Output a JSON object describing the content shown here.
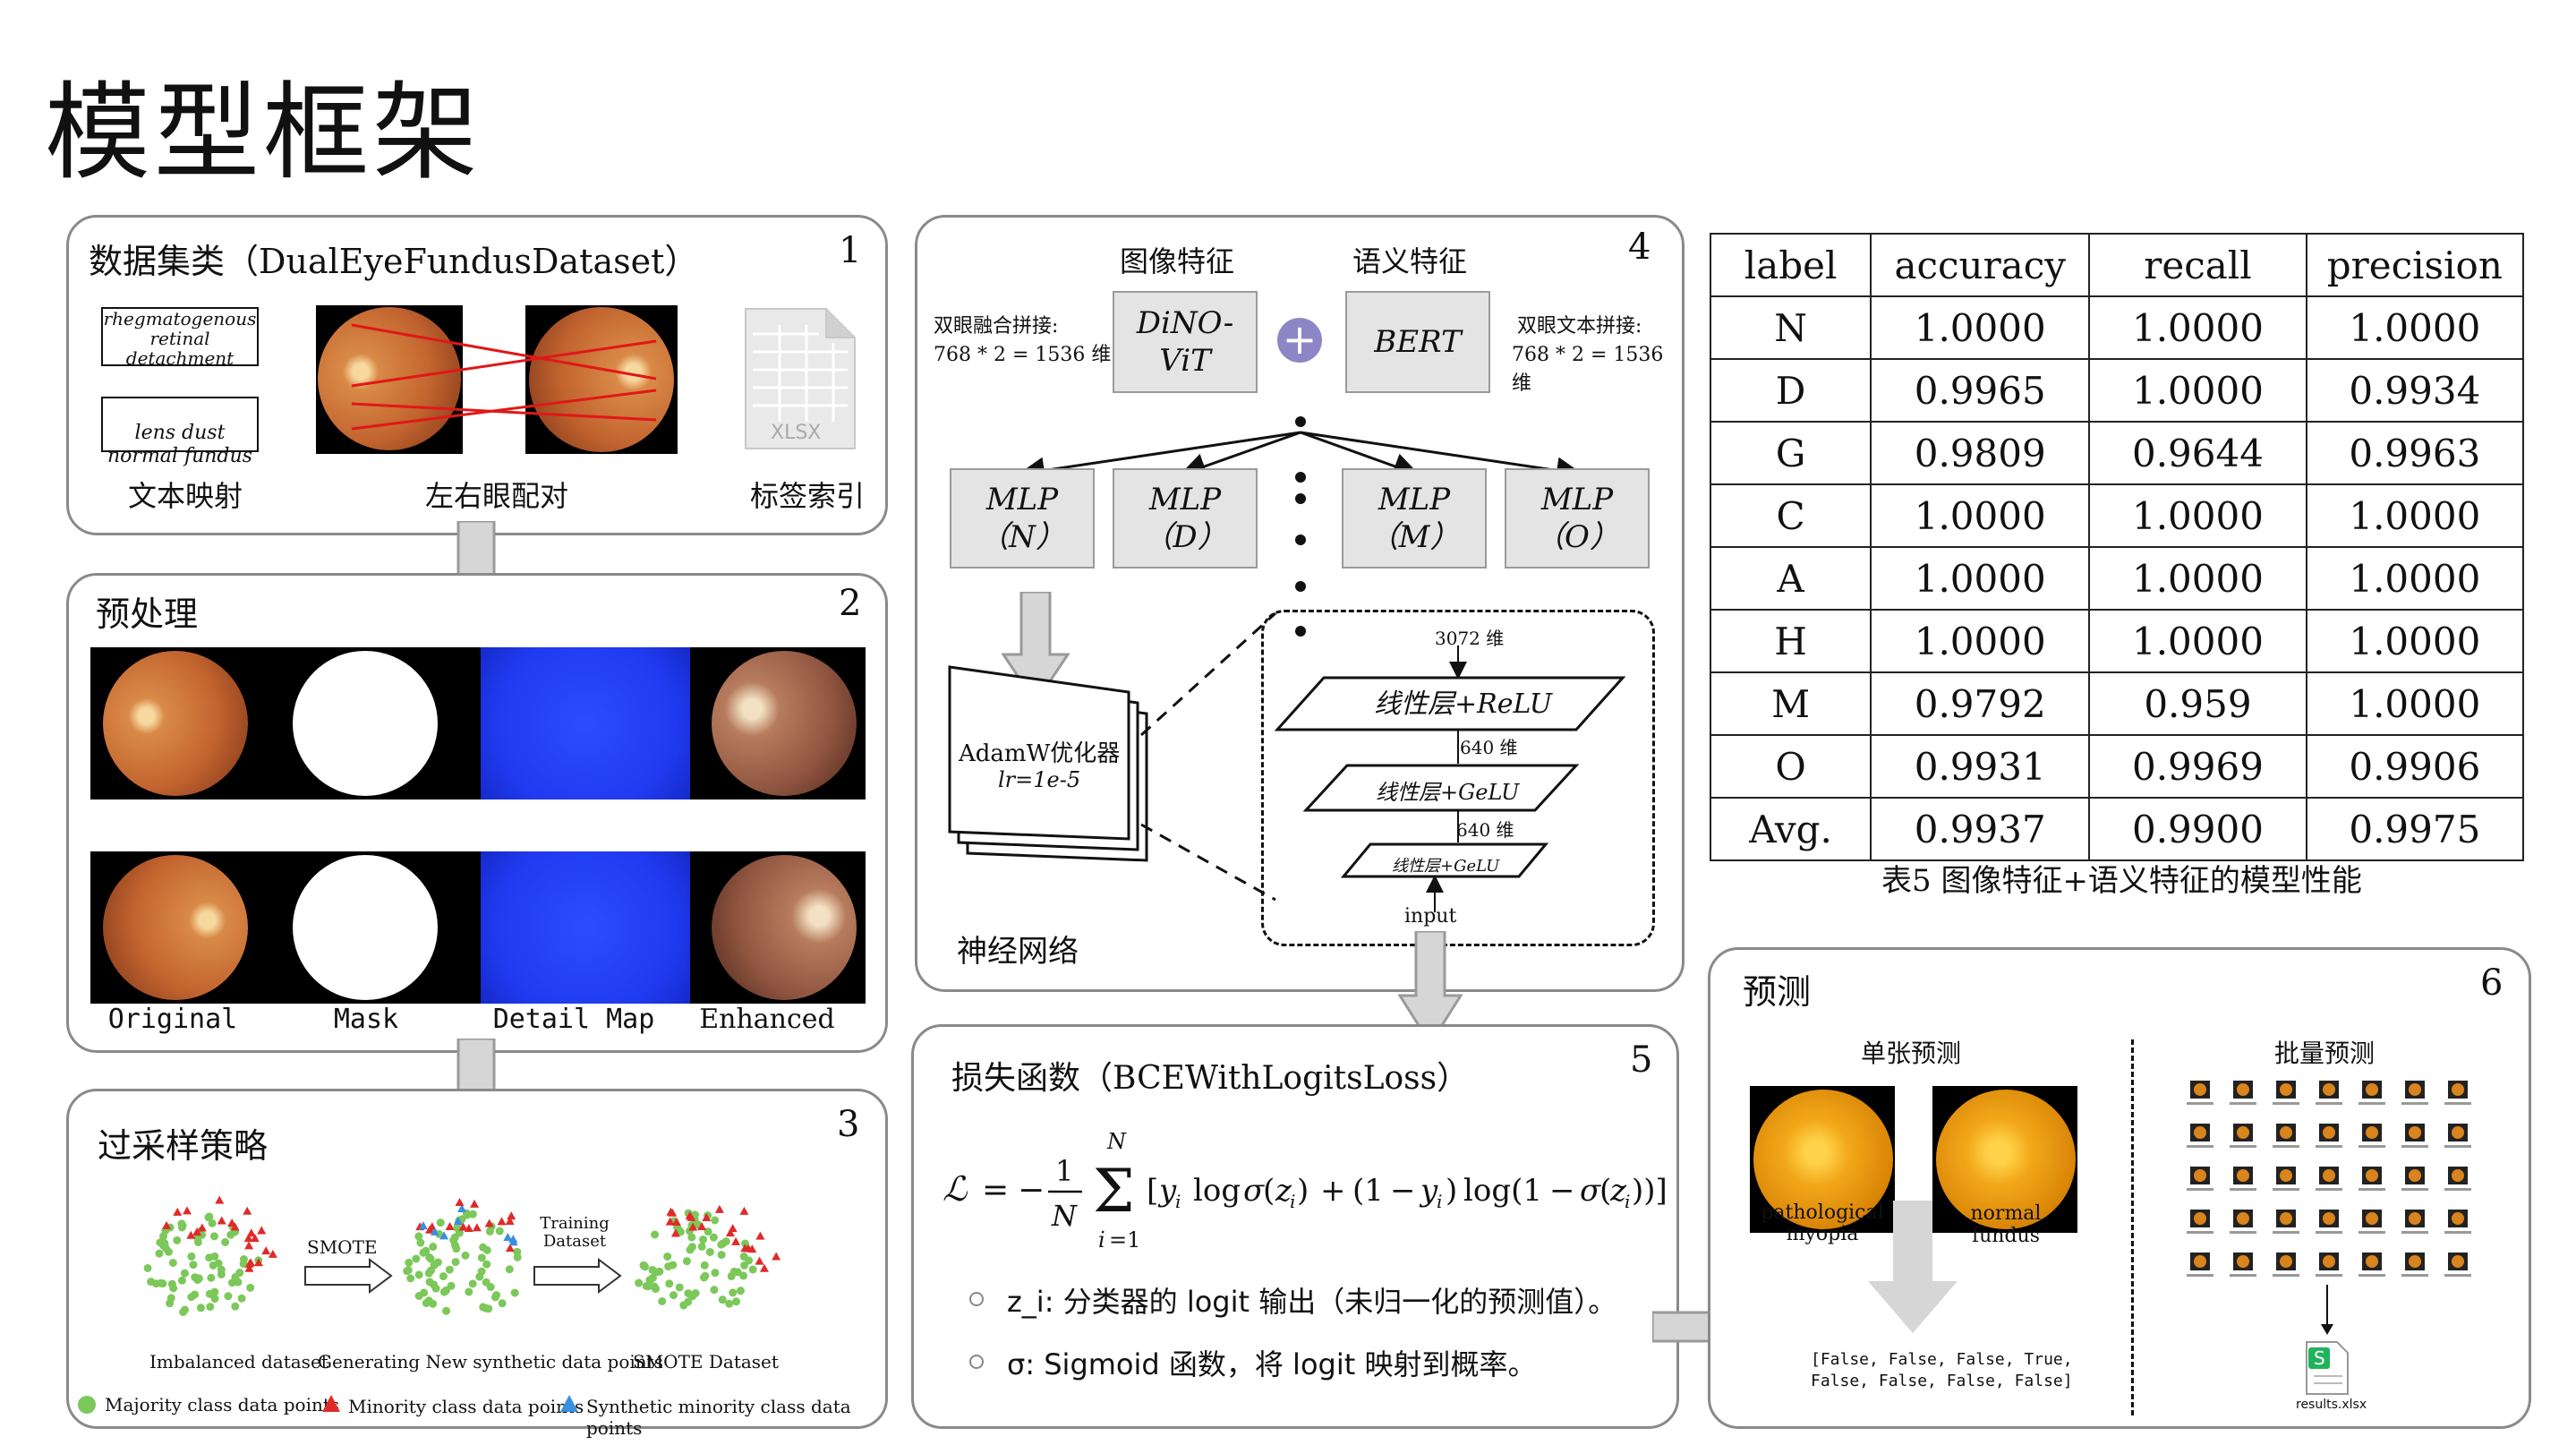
{
  "page_title": "模型框架",
  "panel1": {
    "title": "数据集类（DualEyeFundusDataset）",
    "number": "1",
    "text_map_line1": "rhegmatogenous retinal detachment",
    "text_map_line2": "lens dust\nnormal fundus",
    "caption_text": "文本映射",
    "caption_pair": "左右眼配对",
    "caption_index": "标签索引",
    "xlsx": "XLSX"
  },
  "panel2": {
    "title": "预处理",
    "number": "2",
    "captions": [
      "Original",
      "Mask",
      "Detail Map",
      "Enhanced"
    ]
  },
  "panel3": {
    "title": "过采样策略",
    "number": "3",
    "smote": "SMOTE",
    "training": "Training Dataset",
    "captions": [
      "Imbalanced dataset",
      "Generating New synthetic data points",
      "SMOTE Dataset"
    ],
    "legend": [
      "Majority class data points",
      "Minority class data points",
      "Synthetic minority class data points"
    ],
    "colors": {
      "majority": "#7cc85a",
      "minority": "#e02a2a",
      "synthetic": "#3a8fe0"
    }
  },
  "panel4": {
    "number": "4",
    "img_feat": "图像特征",
    "sem_feat": "语义特征",
    "left_note_1": "双眼融合拼接:",
    "left_note_2": "768 * 2 = 1536 维",
    "right_note_1": "双眼文本拼接:",
    "right_note_2": "768 * 2 = 1536 维",
    "dino": "DiNO-ViT",
    "bert": "BERT",
    "mlp": [
      "MLP\n（N）",
      "MLP\n（D）",
      "MLP\n（M）",
      "MLP\n（O）"
    ],
    "optimizer_1": "AdamW优化器",
    "optimizer_2": "lr=1e-5",
    "nn_label": "神经网络",
    "dim_3072": "3072 维",
    "layer1": "线性层+ReLU",
    "dim_640a": "640 维",
    "layer2": "线性层+GeLU",
    "dim_640b": "640 维",
    "layer3": "线性层+GeLU",
    "input": "input"
  },
  "panel5": {
    "title": "损失函数（BCEWithLogitsLoss）",
    "number": "5",
    "bullet1": "z_i: 分类器的 logit 输出（未归一化的预测值）。",
    "bullet2": "σ: Sigmoid 函数，将 logit 映射到概率。"
  },
  "table": {
    "headers": [
      "label",
      "accuracy",
      "recall",
      "precision"
    ],
    "rows": [
      [
        "N",
        "1.0000",
        "1.0000",
        "1.0000"
      ],
      [
        "D",
        "0.9965",
        "1.0000",
        "0.9934"
      ],
      [
        "G",
        "0.9809",
        "0.9644",
        "0.9963"
      ],
      [
        "C",
        "1.0000",
        "1.0000",
        "1.0000"
      ],
      [
        "A",
        "1.0000",
        "1.0000",
        "1.0000"
      ],
      [
        "H",
        "1.0000",
        "1.0000",
        "1.0000"
      ],
      [
        "M",
        "0.9792",
        "0.959",
        "1.0000"
      ],
      [
        "O",
        "0.9931",
        "0.9969",
        "0.9906"
      ],
      [
        "Avg.",
        "0.9937",
        "0.9900",
        "0.9975"
      ]
    ],
    "caption": "表5 图像特征+语义特征的模型性能"
  },
  "panel6": {
    "title": "预测",
    "number": "6",
    "single": "单张预测",
    "batch": "批量预测",
    "img1_caption": "pathological\nmyopia",
    "img2_caption": "normal fundus",
    "output_1": "[False, False, False, True,",
    "output_2": "False, False, False, False]",
    "results": "results.xlsx"
  }
}
